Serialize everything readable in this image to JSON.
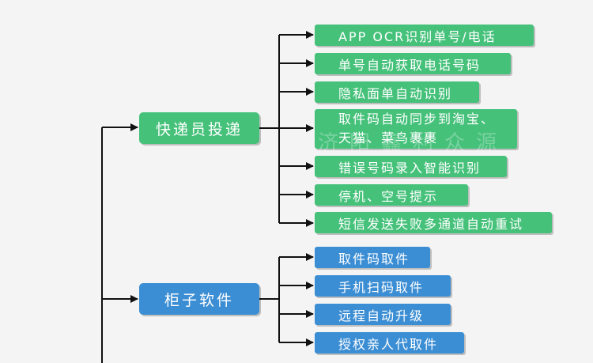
{
  "categories": [
    {
      "label": "快递员投递",
      "items": [
        "APP  OCR识别单号/电话",
        "单号自动获取电话号码",
        "隐私面单自动识别",
        "取件码自动同步到淘宝、天猫、菜鸟裹裹",
        "错误号码录入智能识别",
        "停机、空号提示",
        "短信发送失败多通道自动重试"
      ]
    },
    {
      "label": "柜子软件",
      "items": [
        "取件码取件",
        "手机扫码取件",
        "远程自动升级",
        "授权亲人代取件"
      ]
    }
  ],
  "watermark": "济阳鑫利众源",
  "colors": {
    "green": "#45c17a",
    "blue": "#3c8ed4",
    "line": "#111111",
    "background": "#f4f4f4"
  }
}
